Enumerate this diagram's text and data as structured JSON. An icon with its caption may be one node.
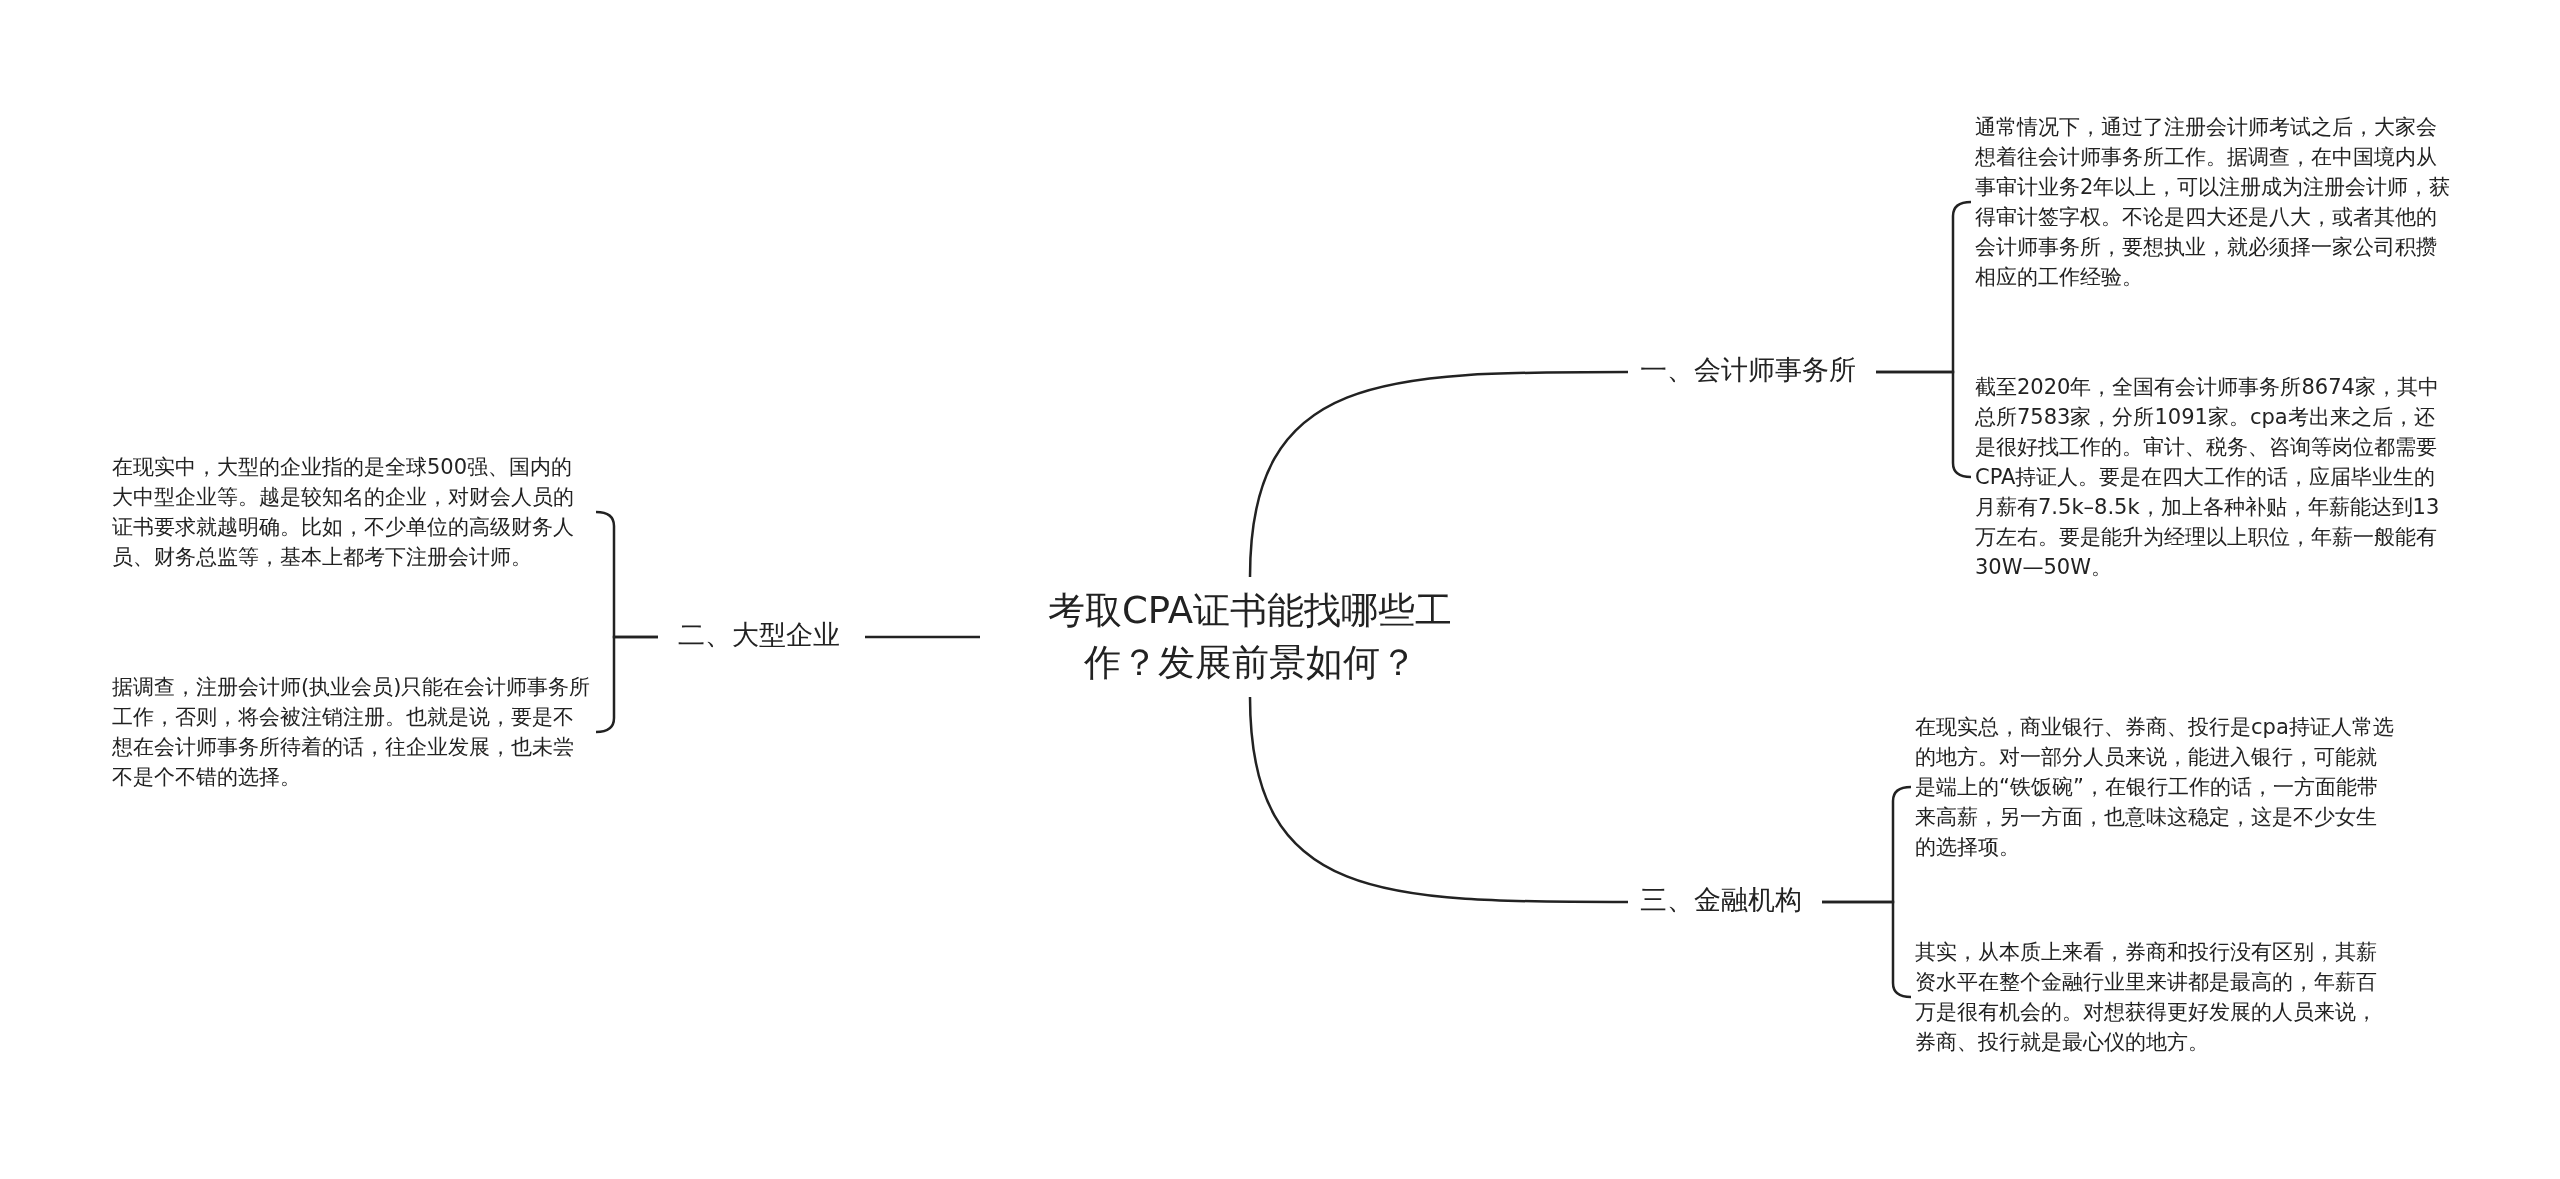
{
  "diagram": {
    "nodes": [
      {
        "text": [
          "考取CPA证书能找哪些工作？发展前景如何？"
        ]
      },
      {
        "text": [
          "一、会计师事务所"
        ]
      },
      {
        "text": [
          "通常情况下，通过了注册会计师考试之后，大家会想着往会计师事务所工作。据调查，在中国境内从事审计业务2年以上，可以注册成为注册会计师，获得审计签字权。不论是四大还是八大，或者其他的会计师事务所，要想执业，就必须择一家公司积攒相应的工作经验。"
        ]
      },
      {
        "text": [
          "截至2020年，全国有会计师事务所8674家，其中总所7583家，分所1091家。cpa考出来之后，还是很好找工作的。审计、税务、咨询等岗位都需要CPA持证人。要是在四大工作的话，应届毕业生的月薪有7.5k–8.5k，加上各种补贴，年薪能达到13万左右。要是能升为经理以上职位，年薪一般能有30W—50W。"
        ]
      },
      {
        "text": [
          "二、大型企业"
        ]
      },
      {
        "text": [
          "在现实中，大型的企业指的是全球500强、国内的大中型企业等。越是较知名的企业，对财会人员的证书要求就越明确。比如，不少单位的高级财务人员、财务总监等，基本上都考下注册会计师。"
        ]
      },
      {
        "text": [
          "据调查，注册会计师(执业会员)只能在会计师事务所工作，否则，将会被注销注册。也就是说，要是不想在会计师事务所待着的话，往企业发展，也未尝不是个不错的选择。"
        ]
      },
      {
        "text": [
          "三、金融机构"
        ]
      },
      {
        "text": [
          "在现实总，商业银行、券商、投行是cpa持证人常选的地方。对一部分人员来说，能进入银行，可能就是端上的“铁饭碗”，在银行工作的话，一方面能带来高薪，另一方面，也意味这稳定，这是不少女生的选择项。"
        ]
      },
      {
        "text": [
          "其实，从本质上来看，券商和投行没有区别，其薪资水平在整个金融行业里来讲都是最高的，年薪百万是很有机会的。对想获得更好发展的人员来说，券商、投行就是最心仪的地方。"
        ]
      }
    ],
    "edges": [
      {
        "from": 0,
        "to": 1,
        "arrow": "none"
      },
      {
        "from": 1,
        "to": 2,
        "arrow": "none"
      },
      {
        "from": 1,
        "to": 3,
        "arrow": "none"
      },
      {
        "from": 0,
        "to": 4,
        "arrow": "none"
      },
      {
        "from": 4,
        "to": 5,
        "arrow": "none"
      },
      {
        "from": 4,
        "to": 6,
        "arrow": "none"
      },
      {
        "from": 0,
        "to": 7,
        "arrow": "none"
      },
      {
        "from": 7,
        "to": 8,
        "arrow": "none"
      },
      {
        "from": 7,
        "to": 9,
        "arrow": "none"
      }
    ]
  }
}
